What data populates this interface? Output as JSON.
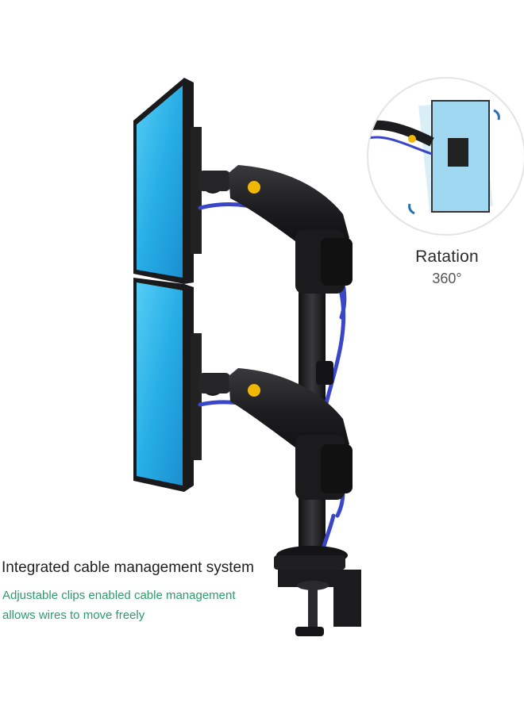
{
  "rotation": {
    "title": "Ratation",
    "subtitle": "360°"
  },
  "feature": {
    "title": "Integrated cable management system",
    "line1": "Adjustable clips enabled cable management",
    "line2": "allows wires to move freely"
  },
  "colors": {
    "screen": "#29b6ea",
    "arm": "#1e1e20",
    "cable": "#3a46c8",
    "accent_text": "#2f9a6b",
    "logo_badge": "#f2b705"
  },
  "icons": [
    "rotate-arrow-icon",
    "brand-logo-icon"
  ]
}
